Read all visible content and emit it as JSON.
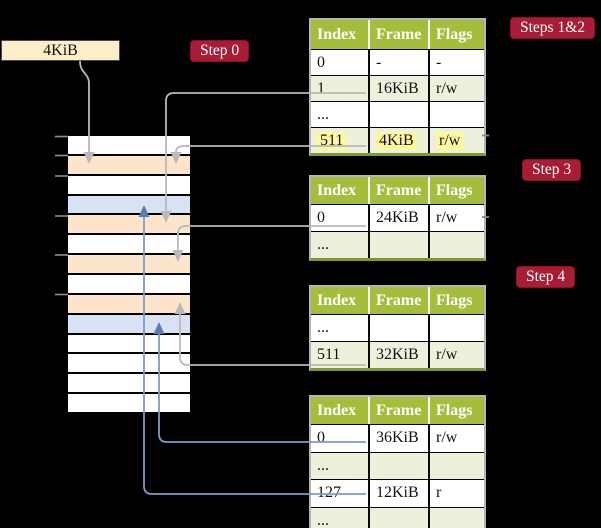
{
  "colors": {
    "bg": "#000000",
    "table-header-green": "#a4be3b",
    "table-row-green": "#edf1db",
    "table-border-green": "#7f9a2c",
    "table-outline-gray": "#b5b5b5",
    "highlight-yellow": "#fdf7a0",
    "badge-crimson": "#a81d35",
    "frame-peach": "#fde5cb",
    "frame-blue": "#d8e2f3",
    "box-cream": "#fbeec9",
    "arrow-gray": "#b9b9b9",
    "arrow-blue": "#7e9ac9",
    "arrow-blue-head": "#5e7cb0"
  },
  "labels": {
    "frame_size_box": "4KiB",
    "badge_step0": "Step 0",
    "badge_steps12": "Steps 1&2",
    "badge_step3": "Step 3",
    "badge_step4": "Step 4"
  },
  "memory_column": {
    "description": "physical memory frames, one row per 4KiB frame",
    "rows": [
      "white",
      "peach",
      "white",
      "blue",
      "peach",
      "white",
      "peach",
      "white",
      "peach",
      "blue",
      "white",
      "white",
      "white",
      "white"
    ]
  },
  "page_tables": [
    {
      "headers": [
        "Index",
        "Frame",
        "Flags"
      ],
      "rows": [
        {
          "index": "0",
          "frame": "-",
          "flags": "-",
          "shaded": false,
          "highlighted": false
        },
        {
          "index": "1",
          "frame": "16KiB",
          "flags": "r/w",
          "shaded": true,
          "highlighted": false
        },
        {
          "index": "...",
          "frame": "",
          "flags": "",
          "shaded": false,
          "highlighted": false
        },
        {
          "index": "511",
          "frame": "4KiB",
          "flags": "r/w",
          "shaded": true,
          "highlighted": true
        }
      ]
    },
    {
      "headers": [
        "Index",
        "Frame",
        "Flags"
      ],
      "rows": [
        {
          "index": "0",
          "frame": "24KiB",
          "flags": "r/w",
          "shaded": false,
          "highlighted": false
        },
        {
          "index": "...",
          "frame": "",
          "flags": "",
          "shaded": true,
          "highlighted": false
        }
      ]
    },
    {
      "headers": [
        "Index",
        "Frame",
        "Flags"
      ],
      "rows": [
        {
          "index": "...",
          "frame": "",
          "flags": "",
          "shaded": false,
          "highlighted": false
        },
        {
          "index": "511",
          "frame": "32KiB",
          "flags": "r/w",
          "shaded": true,
          "highlighted": false
        }
      ]
    },
    {
      "headers": [
        "Index",
        "Frame",
        "Flags"
      ],
      "rows": [
        {
          "index": "0",
          "frame": "36KiB",
          "flags": "r/w",
          "shaded": false,
          "highlighted": false
        },
        {
          "index": "...",
          "frame": "",
          "flags": "",
          "shaded": true,
          "highlighted": false
        },
        {
          "index": "127",
          "frame": "12KiB",
          "flags": "r",
          "shaded": false,
          "highlighted": false
        },
        {
          "index": "...",
          "frame": "",
          "flags": "",
          "shaded": true,
          "highlighted": false
        }
      ]
    }
  ]
}
